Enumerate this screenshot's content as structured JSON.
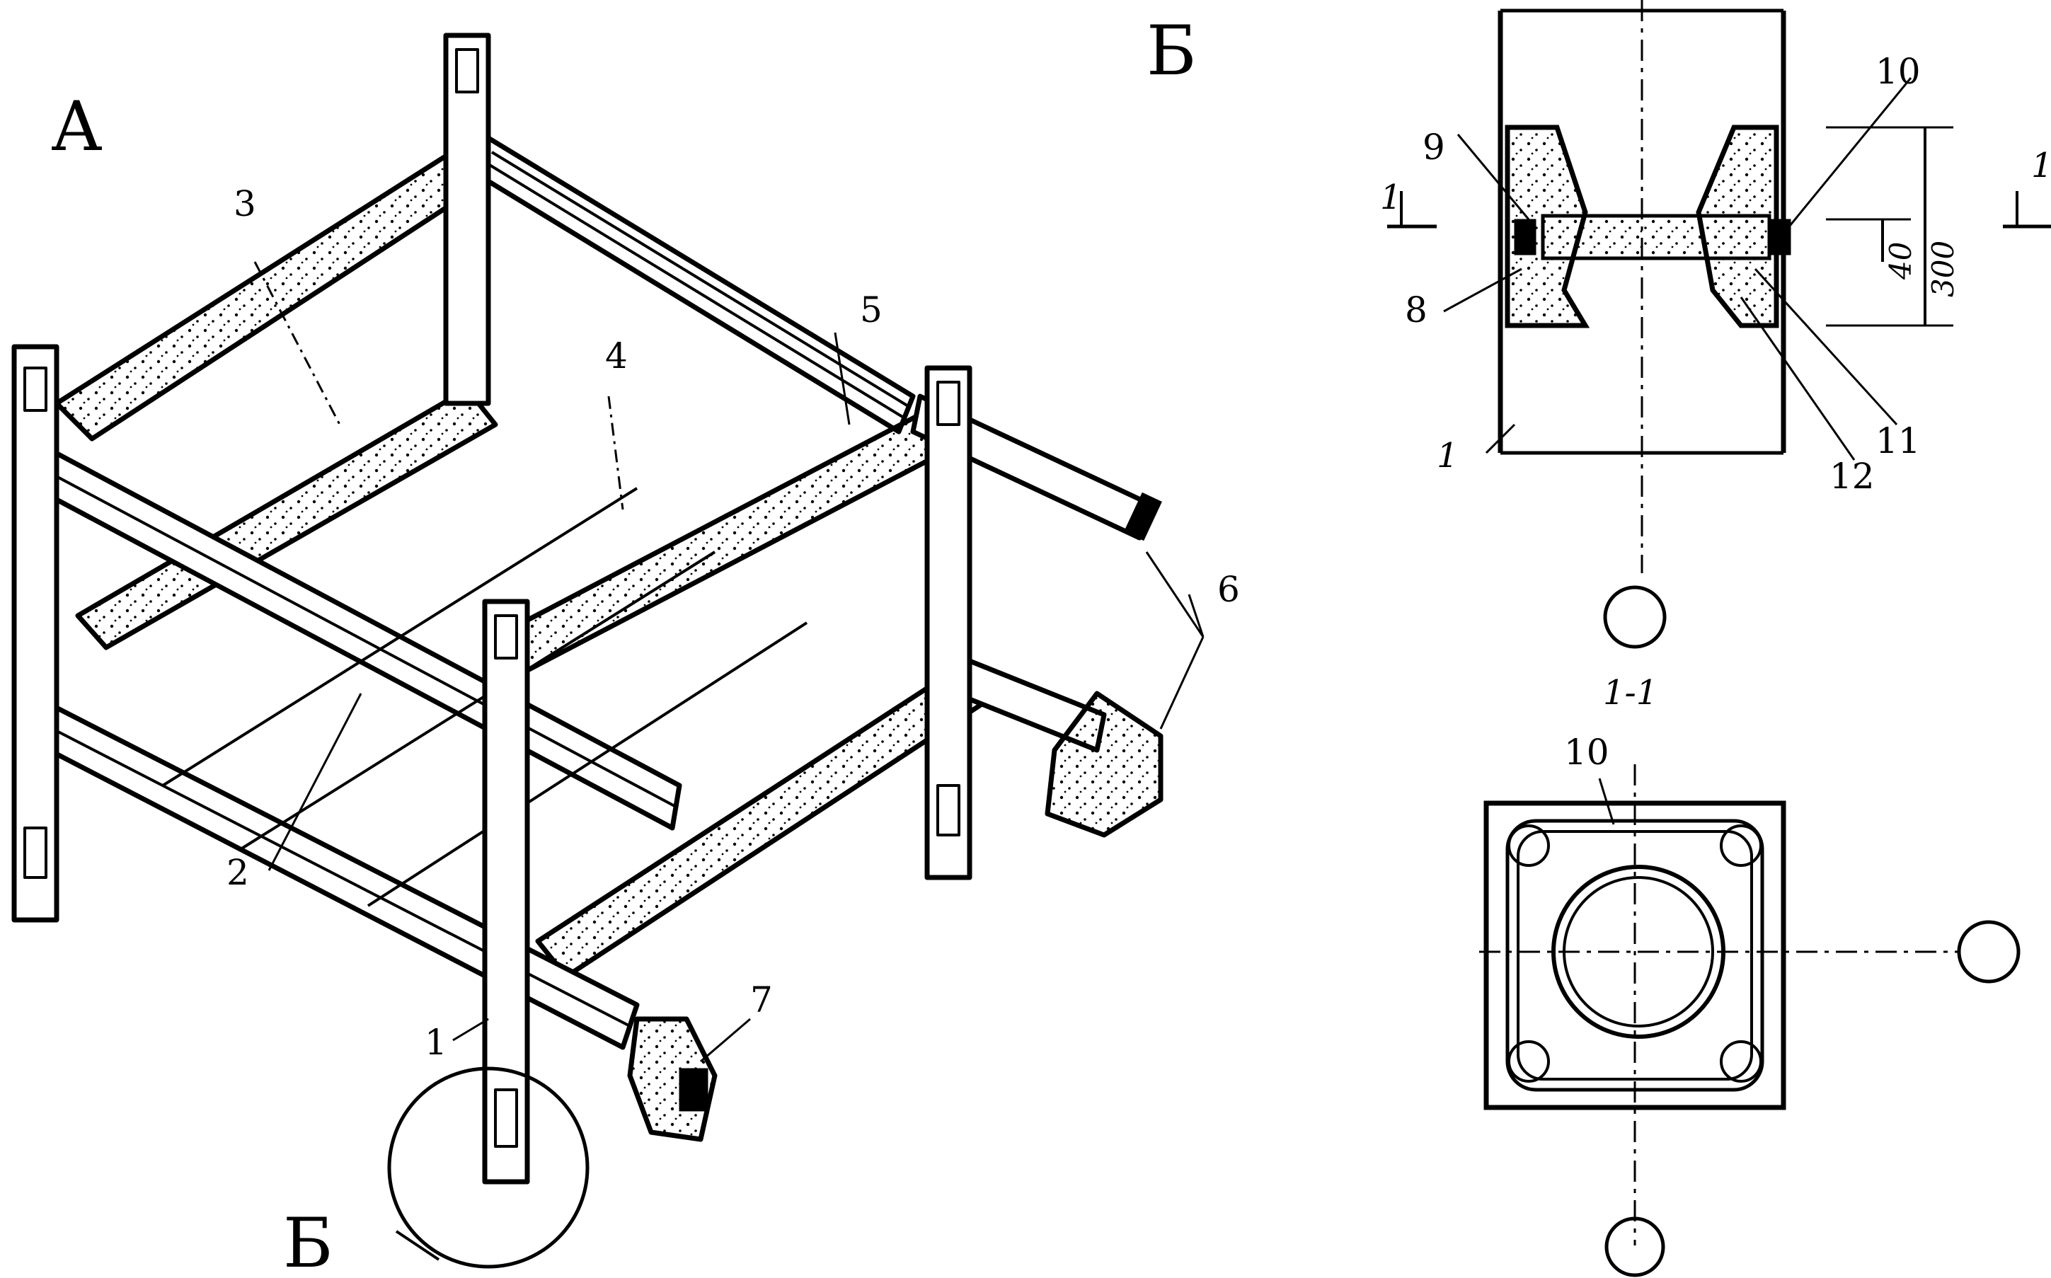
{
  "view_a": {
    "label": "А",
    "callouts": {
      "c1": "1",
      "c2": "2",
      "c3": "3",
      "c4": "4",
      "c5": "5",
      "c6": "6",
      "c7": "7"
    },
    "detail_marker": "Б"
  },
  "view_b": {
    "label": "Б",
    "callouts": {
      "c8": "8",
      "c9": "9",
      "c10": "10",
      "c11": "11",
      "c12": "12",
      "c1": "1"
    },
    "dimensions": {
      "d300": "300",
      "d40": "40"
    },
    "section_mark_left": "1",
    "section_mark_right": "1"
  },
  "section_1_1": {
    "label": "1-1",
    "callout10": "10"
  },
  "colors": {
    "ink": "#000000",
    "paper": "#ffffff"
  }
}
